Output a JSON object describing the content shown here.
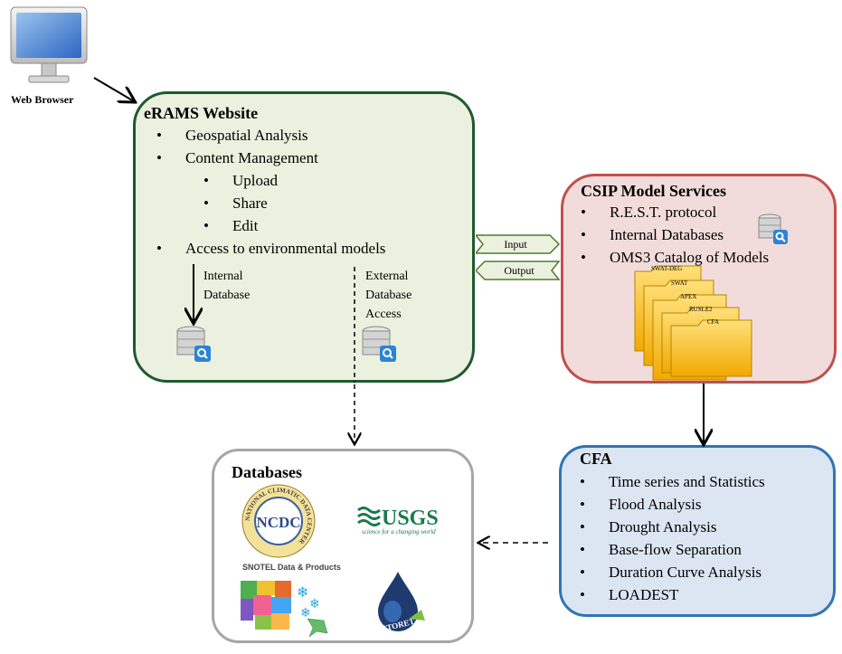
{
  "web_browser": {
    "label": "Web Browser",
    "icon": "monitor-icon"
  },
  "erams": {
    "title": "eRAMS Website",
    "items": [
      "Geospatial Analysis",
      "Content Management"
    ],
    "sub_items": [
      "Upload",
      "Share",
      "Edit"
    ],
    "item_last": "Access to environmental  models",
    "internal_db_label": [
      "Internal",
      "Database"
    ],
    "external_db_label": [
      "External",
      "Database",
      "Access"
    ]
  },
  "csip": {
    "title": "CSIP Model Services",
    "items": [
      "R.E.S.T. protocol",
      "Internal Databases",
      "OMS3 Catalog of Models"
    ],
    "folders": [
      "SWAT-DEG",
      "SWAT",
      "APEX",
      "RUSLE2",
      "CFA"
    ]
  },
  "arrows": {
    "input": "Input",
    "output": "Output"
  },
  "cfa": {
    "title": "CFA",
    "items": [
      "Time series  and Statistics",
      "Flood Analysis",
      "Drought Analysis",
      "Base-flow Separation",
      "Duration Curve Analysis",
      "LOADEST"
    ]
  },
  "databases": {
    "title": "Databases",
    "ncdc": "NCDC",
    "ncdc_ring": "NATIONAL CLIMATIC DATA CENTER",
    "usgs": "USGS",
    "usgs_tagline": "science for a changing world",
    "snotel": "SNOTEL Data & Products",
    "storet": "STORET"
  },
  "colors": {
    "erams_fill": "#ebf1de",
    "erams_border": "#1e5a2d",
    "csip_fill": "#f2dcdb",
    "csip_border": "#c0504d",
    "cfa_fill": "#dce6f2",
    "cfa_border": "#2e75b6",
    "db_border": "#a6a6a6",
    "arrow_fill": "#ebf1de",
    "arrow_border": "#4f7a28"
  }
}
